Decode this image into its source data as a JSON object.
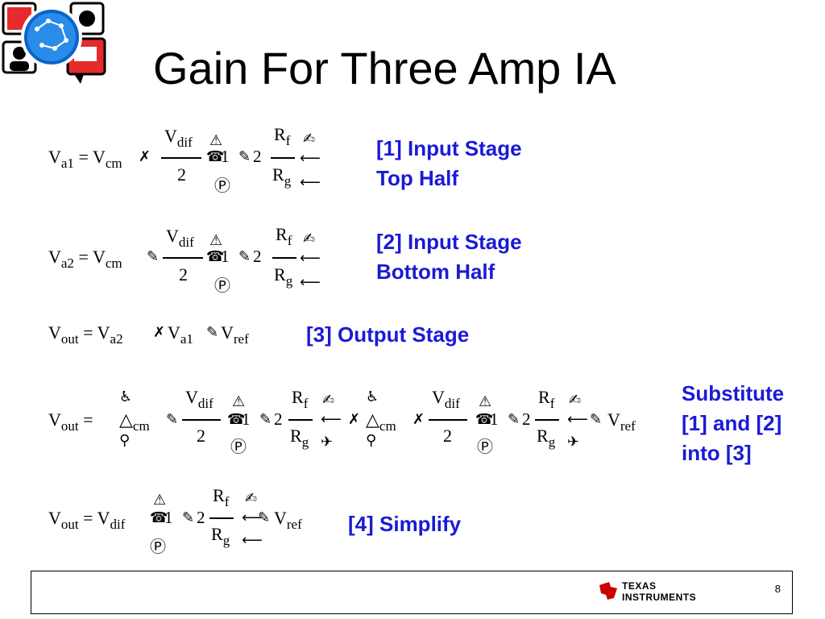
{
  "title": "Gain For Three Amp IA",
  "notes": {
    "n1_line1": "[1] Input Stage",
    "n1_line2": "Top Half",
    "n2_line1": "[2] Input Stage",
    "n2_line2": "Bottom Half",
    "n3": "[3] Output Stage",
    "n4_line1": "Substitute",
    "n4_line2": "[1] and [2]",
    "n4_line3": "into [3]",
    "n5": "[4] Simplify"
  },
  "sym": {
    "V": "V",
    "a1": "a1",
    "a2": "a2",
    "cm": "cm",
    "dif": "dif",
    "out": "out",
    "ref": "ref",
    "R": "R",
    "f": "f",
    "g": "g",
    "two": "2",
    "one": "1",
    "eq": "=",
    "P": "Ⓟ"
  },
  "page_number": "8",
  "brand": {
    "line1": "Texas",
    "line2": "Instruments",
    "accent": "#cc0000"
  }
}
